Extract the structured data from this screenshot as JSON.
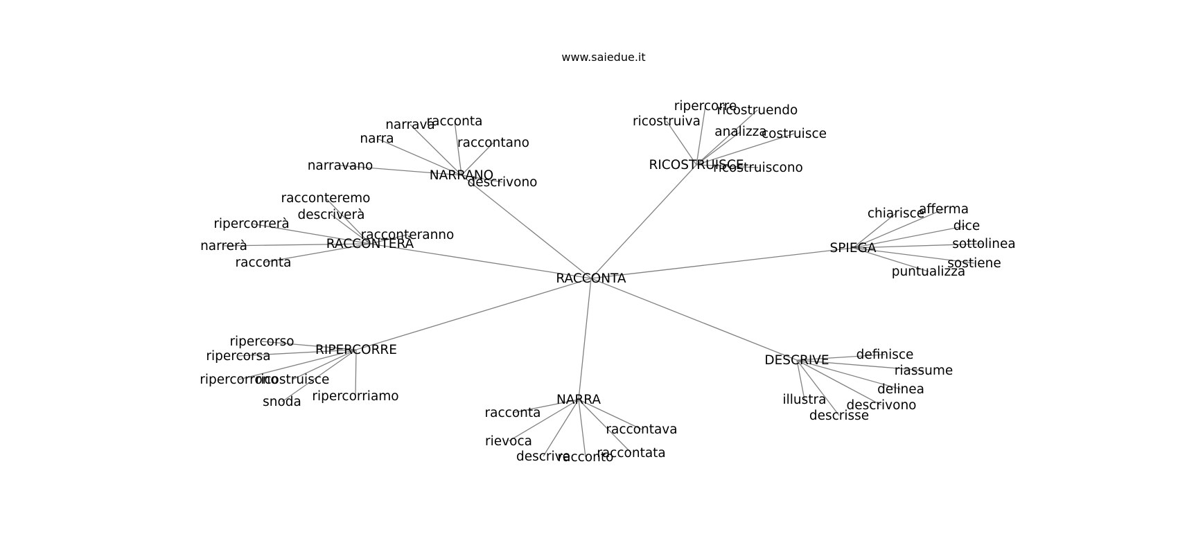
{
  "watermark": "www.saiedue.it",
  "graph": {
    "root": "RACCONTA",
    "hubs": [
      {
        "label": "NARRANO",
        "leaves": [
          "narrava",
          "racconta",
          "narra",
          "raccontano",
          "narravano",
          "descrivono"
        ]
      },
      {
        "label": "RICOSTRUISCE",
        "leaves": [
          "ripercorre",
          "ricostruendo",
          "ricostruiva",
          "analizza",
          "costruisce",
          "ricostruiscono"
        ]
      },
      {
        "label": "RACCONTERÀ",
        "leaves": [
          "racconteremo",
          "descriverà",
          "ripercorrerà",
          "racconteranno",
          "narrerà",
          "racconta"
        ]
      },
      {
        "label": "SPIEGA",
        "leaves": [
          "chiarisce",
          "afferma",
          "dice",
          "sottolinea",
          "sostiene",
          "puntualizza"
        ]
      },
      {
        "label": "RIPERCORRE",
        "leaves": [
          "ripercorso",
          "ripercorsa",
          "ripercorrono",
          "ricostruisce",
          "ripercorriamo",
          "snoda"
        ]
      },
      {
        "label": "DESCRIVE",
        "leaves": [
          "definisce",
          "riassume",
          "delinea",
          "illustra",
          "descrivono",
          "descrisse"
        ]
      },
      {
        "label": "NARRA",
        "leaves": [
          "racconta",
          "raccontava",
          "rievoca",
          "descrive",
          "racconto",
          "raccontata"
        ]
      }
    ]
  }
}
